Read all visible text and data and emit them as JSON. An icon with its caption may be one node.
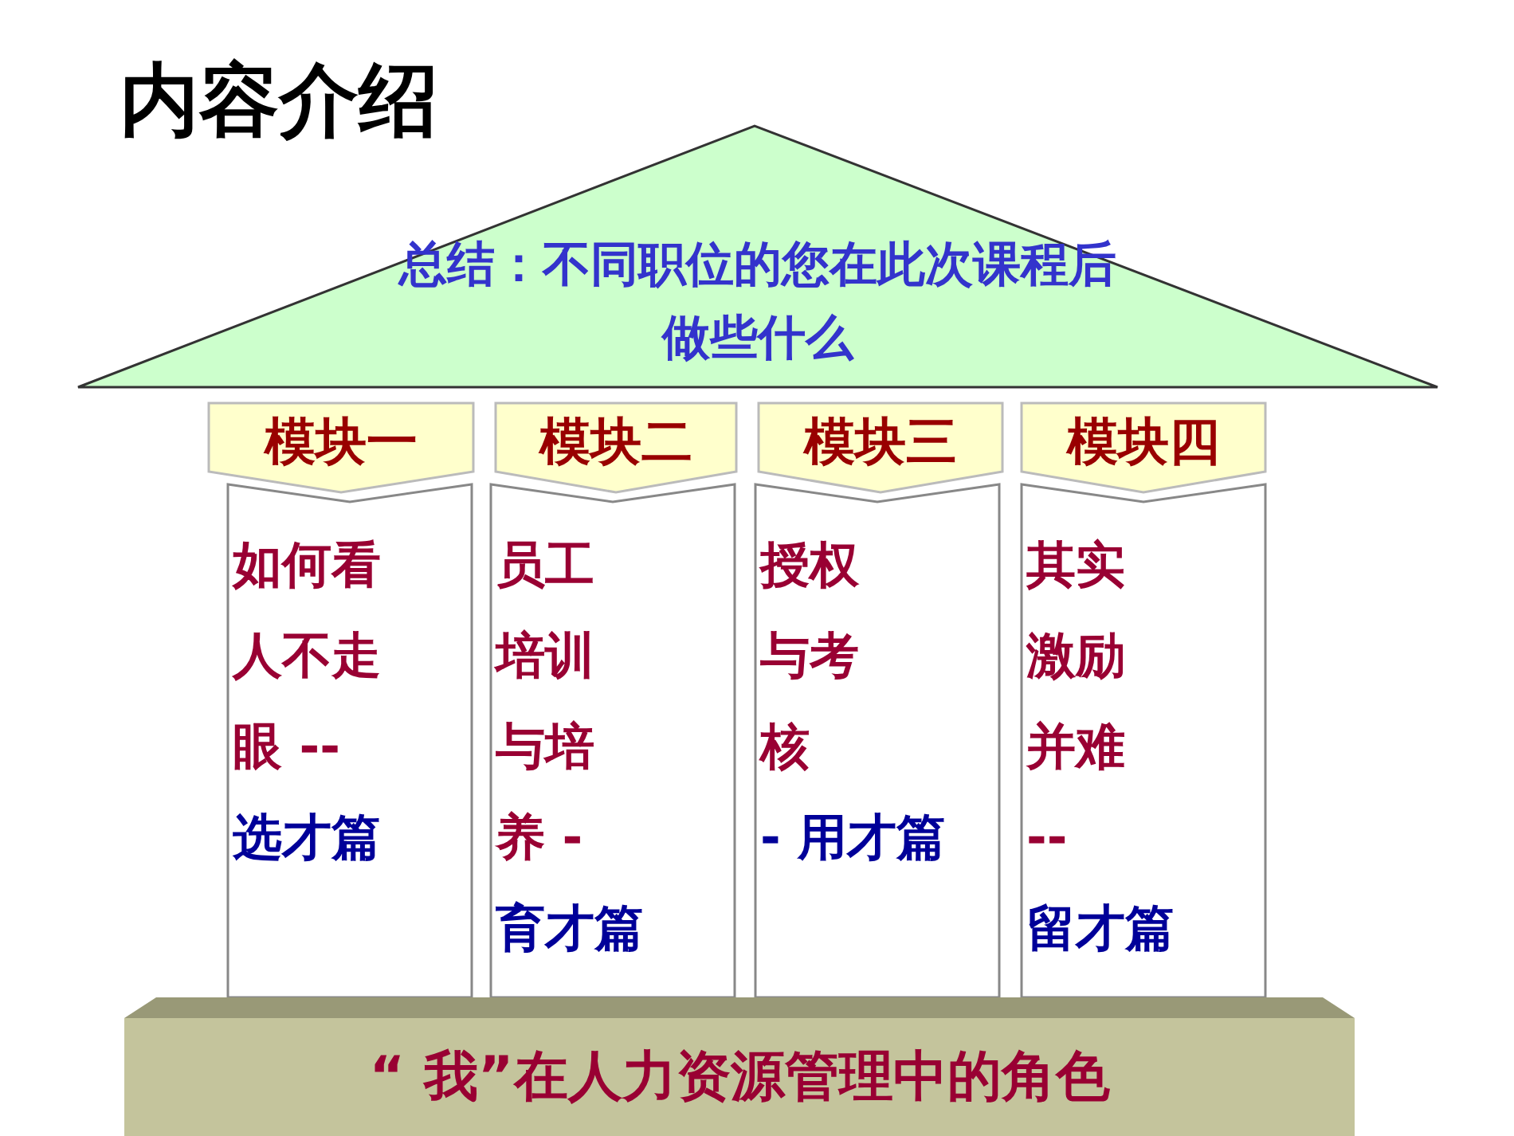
{
  "diagram": {
    "title": "内容介绍",
    "nodes": [
      {
        "text": [
          "总结：不同职位的您在此次课程后做些什么"
        ]
      },
      {
        "text": [
          "模块一"
        ]
      },
      {
        "text": [
          "模块二"
        ]
      },
      {
        "text": [
          "模块三"
        ]
      },
      {
        "text": [
          "模块四"
        ]
      },
      {
        "text": [
          "如何看人不走眼 --",
          "选才篇"
        ]
      },
      {
        "text": [
          "员工培训与培养 -",
          "育才篇"
        ]
      },
      {
        "text": [
          "授权与考核",
          "- 用才篇"
        ]
      },
      {
        "text": [
          "其实激励并难 --",
          "留才篇"
        ]
      },
      {
        "text": [
          "“ 我”在人力资源管理中的角色"
        ]
      }
    ],
    "edges": []
  }
}
